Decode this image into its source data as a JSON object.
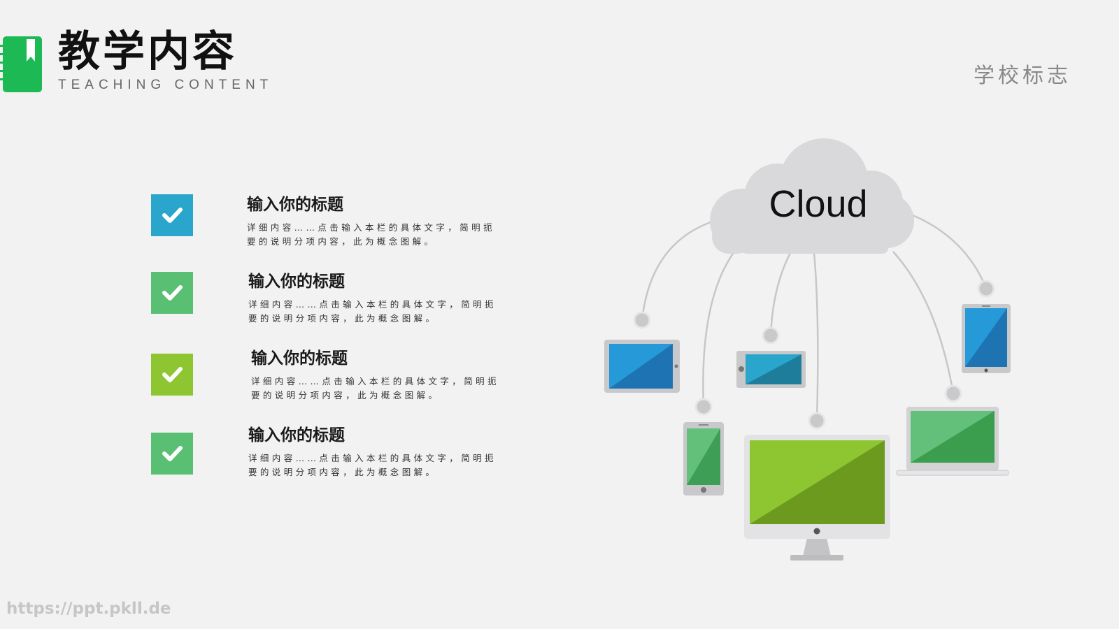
{
  "header": {
    "title": "教学内容",
    "subtitle": "TEACHING CONTENT",
    "school_logo_text": "学校标志"
  },
  "items": [
    {
      "heading": "输入你的标题",
      "desc": "详细内容……点击输入本栏的具体文字，简明扼要的说明分项内容，此为概念图解。",
      "color": "#2aa5cc",
      "icon": "check-icon"
    },
    {
      "heading": "输入你的标题",
      "desc": "详细内容……点击输入本栏的具体文字，简明扼要的说明分项内容，此为概念图解。",
      "color": "#58bf73",
      "icon": "check-icon"
    },
    {
      "heading": "输入你的标题",
      "desc": "详细内容……点击输入本栏的具体文字，简明扼要的说明分项内容，此为概念图解。",
      "color": "#8dc630",
      "icon": "check-icon"
    },
    {
      "heading": "输入你的标题",
      "desc": "详细内容……点击输入本栏的具体文字，简明扼要的说明分项内容，此为概念图解。",
      "color": "#58bf73",
      "icon": "check-icon"
    }
  ],
  "diagram": {
    "cloud_label": "Cloud",
    "devices": [
      "tablet",
      "phone",
      "tablet-landscape",
      "desktop-monitor",
      "laptop",
      "tablet-portrait"
    ]
  },
  "colors": {
    "accent_green": "#1db954",
    "blue": "#2aa5cc",
    "green": "#58bf73",
    "lime": "#8dc630",
    "cloud": "#d9d8da"
  },
  "watermark": "https://ppt.pkll.de"
}
